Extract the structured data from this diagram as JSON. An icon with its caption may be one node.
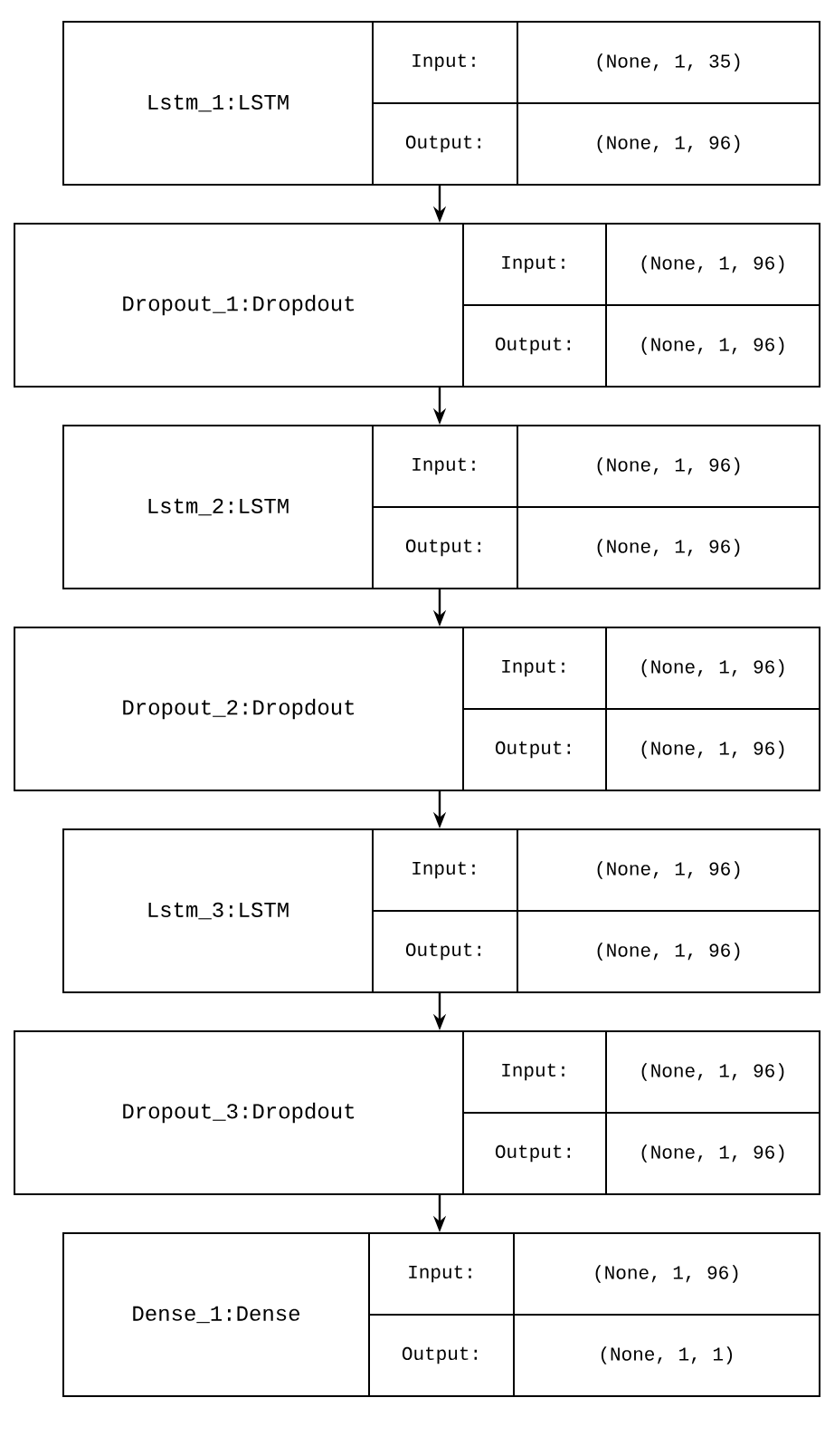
{
  "diagram": {
    "nodes": [
      {
        "text": [
          "Lstm_1:LSTM",
          "Input:",
          "(None, 1, 35)",
          "Output:",
          "(None, 1, 96)"
        ]
      },
      {
        "text": [
          "Dropout_1:Dropdout",
          "Input:",
          "(None, 1, 96)",
          "Output:",
          "(None, 1, 96)"
        ]
      },
      {
        "text": [
          "Lstm_2:LSTM",
          "Input:",
          "(None, 1, 96)",
          "Output:",
          "(None, 1, 96)"
        ]
      },
      {
        "text": [
          "Dropout_2:Dropdout",
          "Input:",
          "(None, 1, 96)",
          "Output:",
          "(None, 1, 96)"
        ]
      },
      {
        "text": [
          "Lstm_3:LSTM",
          "Input:",
          "(None, 1, 96)",
          "Output:",
          "(None, 1, 96)"
        ]
      },
      {
        "text": [
          "Dropout_3:Dropdout",
          "Input:",
          "(None, 1, 96)",
          "Output:",
          "(None, 1, 96)"
        ]
      },
      {
        "text": [
          "Dense_1:Dense",
          "Input:",
          "(None, 1, 96)",
          "Output:",
          "(None, 1, 1)"
        ]
      }
    ],
    "edges": [
      {
        "from": 0,
        "to": 1,
        "arrow": "to"
      },
      {
        "from": 1,
        "to": 2,
        "arrow": "to"
      },
      {
        "from": 2,
        "to": 3,
        "arrow": "to"
      },
      {
        "from": 3,
        "to": 4,
        "arrow": "to"
      },
      {
        "from": 4,
        "to": 5,
        "arrow": "to"
      },
      {
        "from": 5,
        "to": 6,
        "arrow": "to"
      }
    ]
  }
}
